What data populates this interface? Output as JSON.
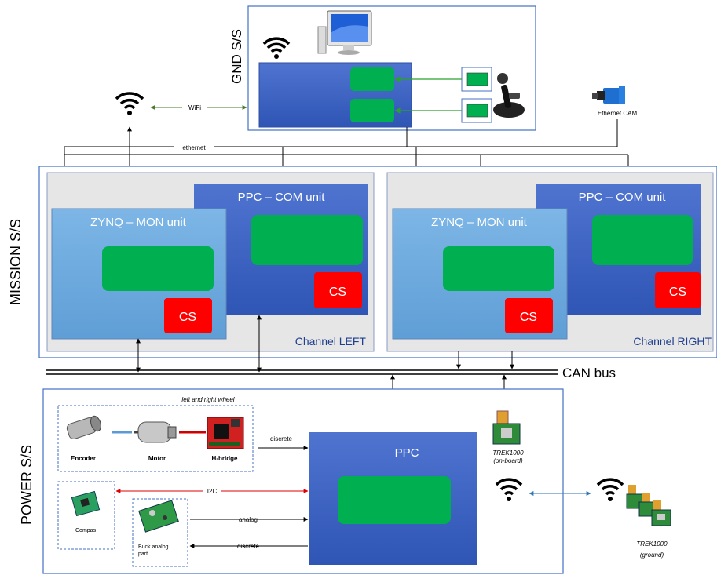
{
  "gnd": {
    "label": "GND S/S"
  },
  "mission": {
    "label": "MISSION S/S"
  },
  "power": {
    "label": "POWER S/S"
  },
  "links": {
    "wifi": "WiFi",
    "ethernet": "ethernet",
    "can_bus": "CAN bus"
  },
  "camera": {
    "label": "Ethernet CAM"
  },
  "left_channel": {
    "title": "Channel LEFT",
    "zynq_label": "ZYNQ – MON unit",
    "ppc_label": "PPC – COM unit",
    "cs_label": "CS"
  },
  "right_channel": {
    "title": "Channel RIGHT",
    "zynq_label": "ZYNQ – MON unit",
    "ppc_label": "PPC – COM unit",
    "cs_label": "CS"
  },
  "power_ss": {
    "wheel_group": "left and right wheel",
    "encoder": "Encoder",
    "motor": "Motor",
    "hbridge": "H-bridge",
    "discrete_top": "discrete",
    "i2c": "I2C",
    "compass": "Compas",
    "buck_line1": "Buck analog",
    "buck_line2": "part",
    "analog": "analog",
    "discrete_bottom": "discrete",
    "ppc": "PPC",
    "trek_onboard_1": "TREK1000",
    "trek_onboard_2": "(on-board)",
    "trek_ground_1": "TREK1000",
    "trek_ground_2": "(ground)"
  },
  "colors": {
    "blue_dark": "#3f63c4",
    "blue_light": "#6fa8dc",
    "green": "#00b050",
    "red": "#ff0000",
    "panel": "#e6e6e6"
  }
}
